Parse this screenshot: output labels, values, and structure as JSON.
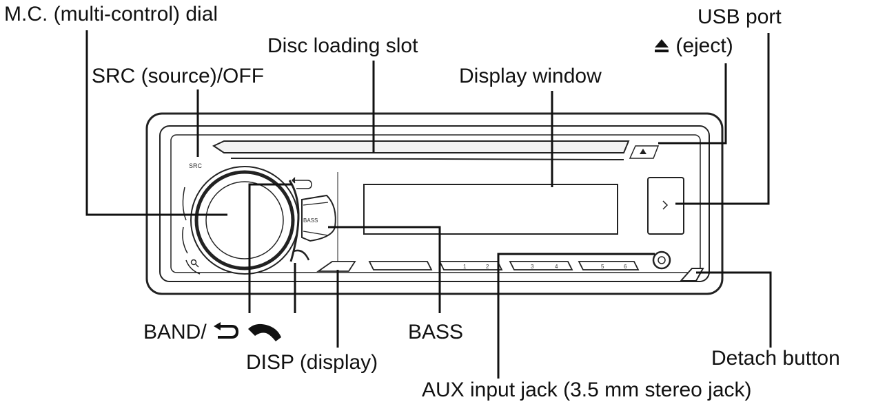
{
  "labels": {
    "mc_dial": "M.C. (multi-control) dial",
    "disc_slot": "Disc loading slot",
    "src_off": "SRC (source)/OFF",
    "display_window": "Display window",
    "usb_port": "USB port",
    "eject": "(eject)",
    "band": "BAND/",
    "disp": "DISP (display)",
    "bass": "BASS",
    "aux": "AUX input jack (3.5 mm stereo jack)",
    "detach": "Detach button"
  },
  "panel": {
    "src_mark": "SRC",
    "bass_mark": "BASS",
    "preset_marks": [
      "1",
      "2",
      "3",
      "4",
      "5",
      "6"
    ]
  },
  "icons": [
    "eject-icon",
    "back-arrow-icon",
    "phone-icon",
    "usb-icon",
    "search-icon"
  ]
}
